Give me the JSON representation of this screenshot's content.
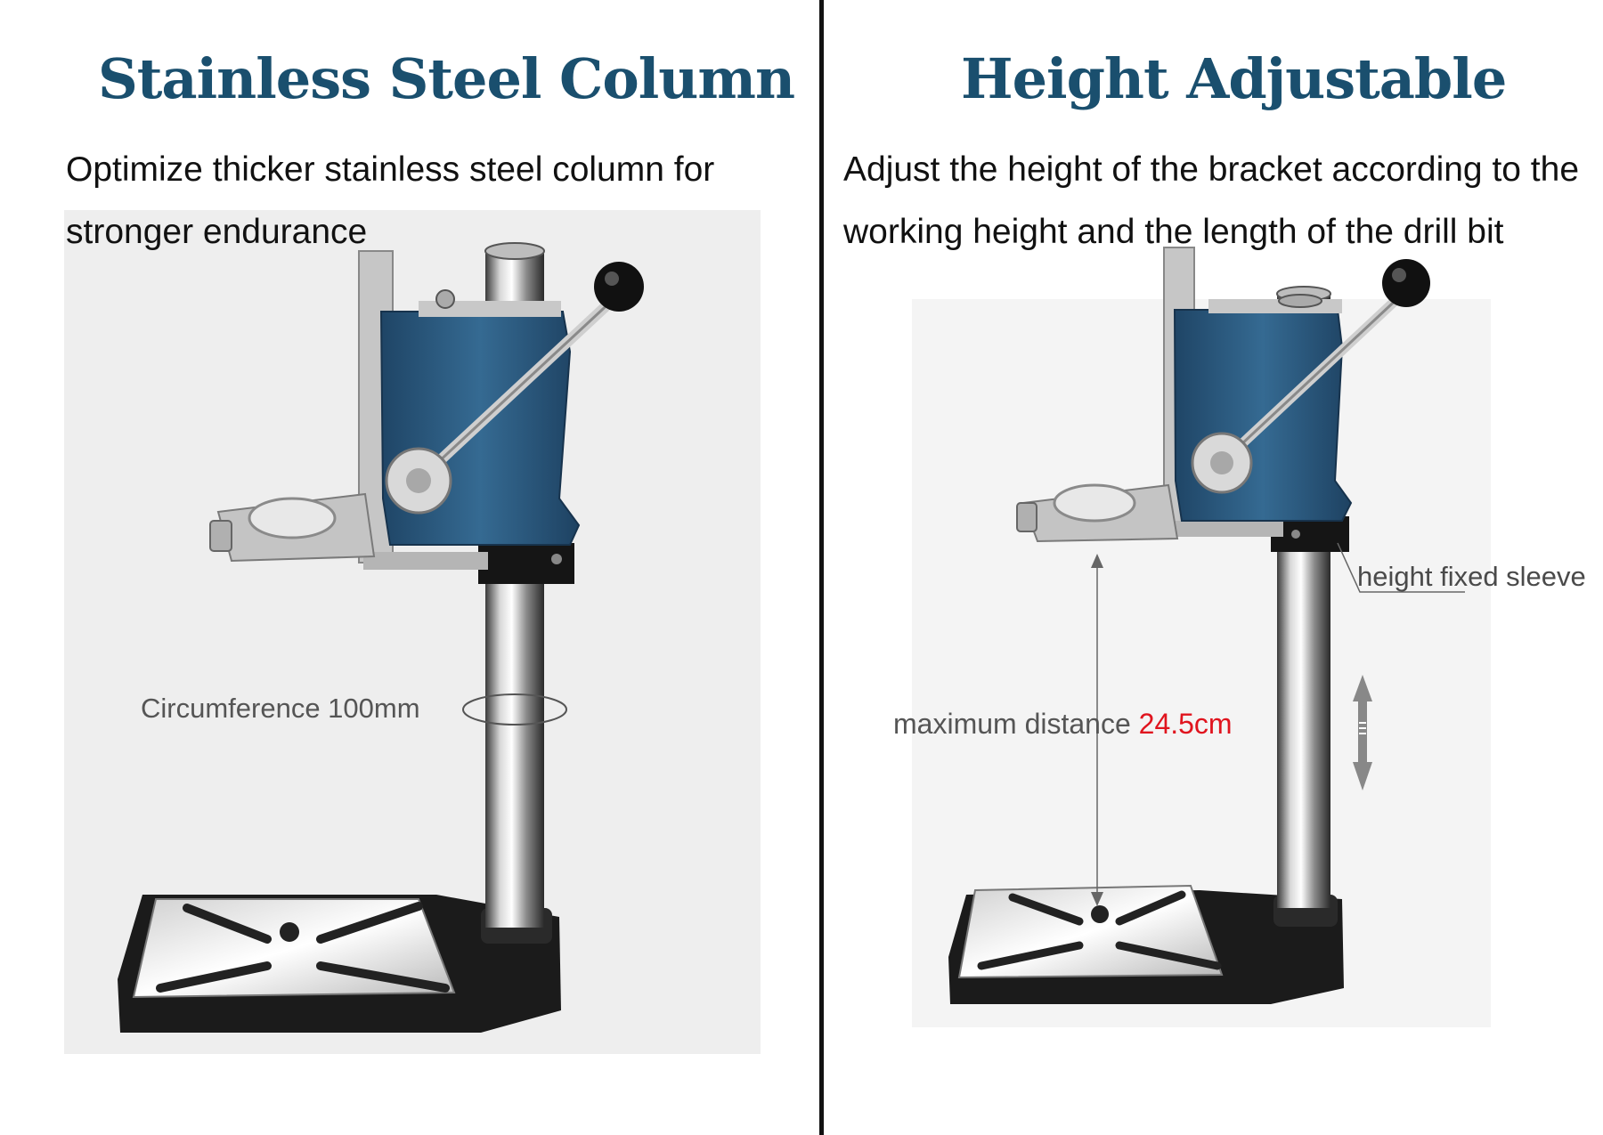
{
  "left_panel": {
    "title": "Stainless Steel Column",
    "description": "Optimize thicker stainless steel column for stronger endurance",
    "annotation": "Circumference 100mm"
  },
  "right_panel": {
    "title": "Height Adjustable",
    "description": "Adjust the height of the bracket according to the working height and the length of the drill bit",
    "sleeve_annotation": "height fixed sleeve",
    "distance_label": "maximum distance",
    "distance_value": "24.5cm"
  },
  "colors": {
    "title": "#1a4f6e",
    "bracket_blue": "#2d5c80",
    "highlight_red": "#e0141e",
    "divider": "#111111"
  },
  "icons": [
    "drill-stand-image",
    "circumference-ellipse-icon",
    "up-down-arrow-icon",
    "dimension-arrow-icon"
  ]
}
